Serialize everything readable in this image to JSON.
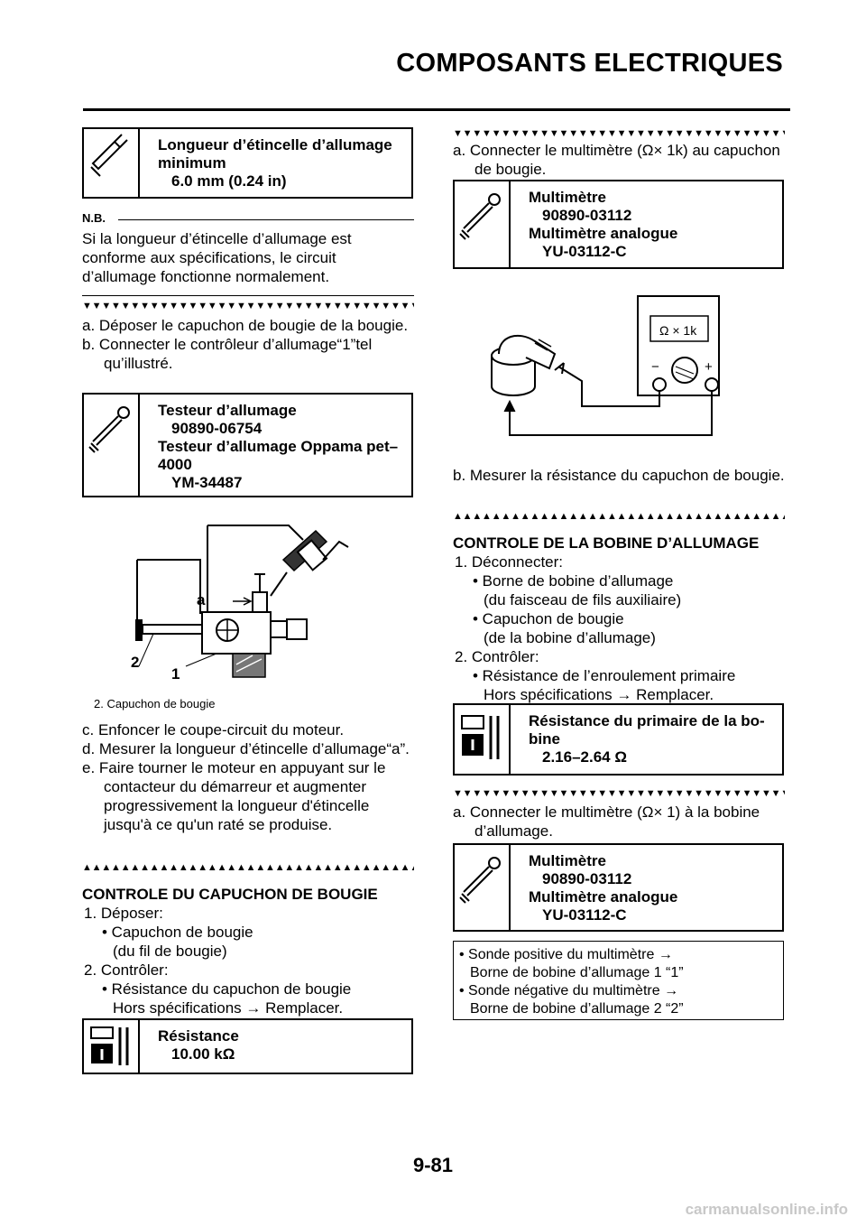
{
  "header": {
    "title": "COMPOSANTS ELECTRIQUES"
  },
  "left": {
    "spec_box_1": {
      "title": "Longueur d’étincelle d’allumage minimum",
      "value": "6.0 mm (0.24 in)"
    },
    "nb_label": "N.B.",
    "nb_text": "Si la longueur d’étincelle d’allumage est conforme aux spécifications, le circuit d’allumage fonctionne normalement.",
    "steps_1": [
      "a. Déposer le capuchon de bougie de la bougie.",
      "b. Connecter le contrôleur d’allumage“1”tel qu’illustré."
    ],
    "tool_box_1": {
      "line1": "Testeur d’allumage",
      "line2": "90890-06754",
      "line3": "Testeur d’allumage Oppama pet–",
      "line4": "4000",
      "line5": "YM-34487"
    },
    "fig_labels": {
      "a": "a",
      "n1": "1",
      "n2": "2"
    },
    "fig_caption": "2. Capuchon de bougie",
    "steps_2": [
      "c. Enfoncer le coupe-circuit du moteur.",
      "d. Mesurer la longueur d’étincelle d’allumage“a”.",
      "e. Faire tourner le moteur en appuyant sur le contacteur du démarreur et augmenter progressivement la longueur d'étincelle jusqu'à ce qu'un raté se produise."
    ],
    "section_title": "CONTROLE DU CAPUCHON DE BOUGIE",
    "item1": "1. Déposer:",
    "item1_b1": "• Capuchon de bougie",
    "item1_b1_sub": "(du fil de bougie)",
    "item2": "2. Contrôler:",
    "item2_b1": "• Résistance du capuchon de bougie",
    "item2_b1_sub": "Hors spécifications → Remplacer.",
    "spec_box_2": {
      "title": "Résistance",
      "value": "10.00 kΩ"
    }
  },
  "right": {
    "step_a": "a. Connecter le multimètre (Ω× 1k) au capuchon de bougie.",
    "tool_box_2": {
      "line1": "Multimètre",
      "line2": "90890-03112",
      "line3": "Multimètre analogue",
      "line4": "YU-03112-C"
    },
    "meter_label": "Ω × 1k",
    "meter_minus": "−",
    "meter_plus": "+",
    "step_b": "b. Mesurer la résistance du capuchon de bougie.",
    "section_title": "CONTROLE DE LA BOBINE D’ALLUMAGE",
    "item1": "1. Déconnecter:",
    "item1_b1": "• Borne de bobine d’allumage",
    "item1_b1_sub": "(du faisceau de fils auxiliaire)",
    "item1_b2": "• Capuchon de bougie",
    "item1_b2_sub": "(de la bobine d’allumage)",
    "item2": "2. Contrôler:",
    "item2_b1": "• Résistance de l’enroulement primaire",
    "item2_b1_sub": "Hors spécifications → Remplacer.",
    "spec_box_3": {
      "title_l1": "Résistance du primaire de la bo-",
      "title_l2": "bine",
      "value": "2.16–2.64 Ω"
    },
    "step_a2": "a. Connecter le multimètre (Ω× 1) à la bobine d’allumage.",
    "tool_box_3": {
      "line1": "Multimètre",
      "line2": "90890-03112",
      "line3": "Multimètre analogue",
      "line4": "YU-03112-C"
    },
    "probe_box": {
      "b1": "• Sonde positive du multimètre →",
      "b1_sub": "Borne de bobine d’allumage 1 “1”",
      "b2": "• Sonde négative du multimètre →",
      "b2_sub": "Borne de bobine d’allumage 2 “2”"
    }
  },
  "footer": {
    "page": "9-81",
    "watermark": "carmanualsonline.info"
  }
}
